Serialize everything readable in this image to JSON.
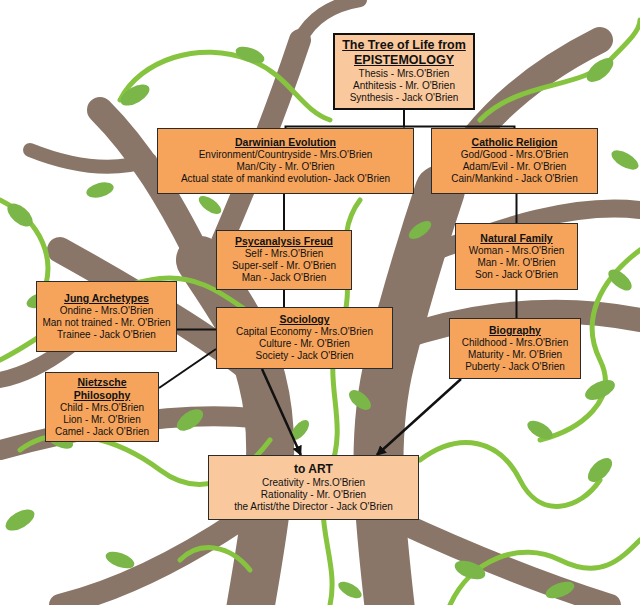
{
  "diagram": {
    "nodes": [
      {
        "text": [
          "The Tree of Life from EPISTEMOLOGY",
          "Thesis - Mrs.O'Brien",
          "Anthitesis - Mr. O'Brien",
          "Synthesis - Jack O'Brien"
        ]
      },
      {
        "text": [
          "Darwinian Evolution",
          "Environment/Countryside - Mrs.O'Brien",
          "Man/City - Mr. O'Brien",
          "Actual state of mankind evolution- Jack O'Brien"
        ]
      },
      {
        "text": [
          "Catholic Religion",
          "God/Good - Mrs.O'Brien",
          "Adam/Evil - Mr. O'Brien",
          "Cain/Mankind - Jack O'Brien"
        ]
      },
      {
        "text": [
          "Psycanalysis Freud",
          "Self - Mrs.O'Brien",
          "Super-self - Mr. O'Brien",
          "Man - Jack O'Brien"
        ]
      },
      {
        "text": [
          "Natural Family",
          "Woman - Mrs.O'Brien",
          "Man - Mr. O'Brien",
          "Son - Jack O'Brien"
        ]
      },
      {
        "text": [
          "Jung Archetypes",
          "Ondine - Mrs.O'Brien",
          "Man not trained - Mr. O'Brien",
          "Trainee - Jack O'Brien"
        ]
      },
      {
        "text": [
          "Sociology",
          "Capital Economy - Mrs.O'Brien",
          "Culture - Mr. O'Brien",
          "Society - Jack O'Brien"
        ]
      },
      {
        "text": [
          "Biography",
          "Childhood - Mrs.O'Brien",
          "Maturity - Mr. O'Brien",
          "Puberty - Jack O'Brien"
        ]
      },
      {
        "text": [
          "Nietzsche Philosophy",
          "Child - Mrs.O'Brien",
          "Lion - Mr. O'Brien",
          "Camel - Jack O'Brien"
        ]
      },
      {
        "text": [
          "to ART",
          "Creativity - Mrs.O'Brien",
          "Rationality - Mr. O'Brien",
          "the Artist/the Director - Jack O'Brien"
        ]
      }
    ],
    "edges": [
      {
        "from": 0,
        "to": 1,
        "arrow": "none"
      },
      {
        "from": 0,
        "to": 2,
        "arrow": "none"
      },
      {
        "from": 1,
        "to": 3,
        "arrow": "none"
      },
      {
        "from": 2,
        "to": 4,
        "arrow": "none"
      },
      {
        "from": 3,
        "to": 6,
        "arrow": "none"
      },
      {
        "from": 4,
        "to": 7,
        "arrow": "none"
      },
      {
        "from": 6,
        "to": 5,
        "arrow": "none"
      },
      {
        "from": 6,
        "to": 8,
        "arrow": "none"
      },
      {
        "from": 6,
        "to": 9,
        "arrow": "to"
      },
      {
        "from": 7,
        "to": 9,
        "arrow": "to"
      }
    ]
  }
}
